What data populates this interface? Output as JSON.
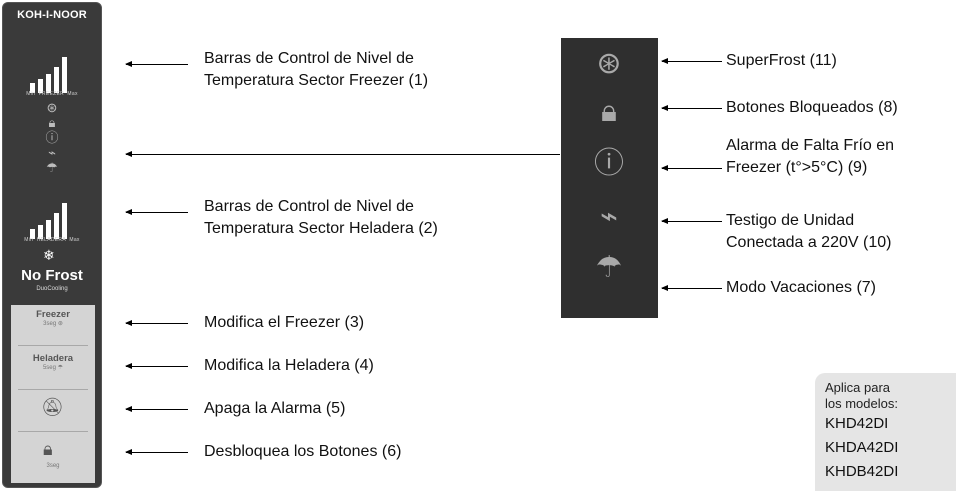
{
  "panel": {
    "brand": "KOH-I-NOOR",
    "freezer_bar_label": "FREEZER",
    "heladera_bar_label": "HELADERA",
    "bar_min": "Min",
    "bar_max": "Max",
    "no_frost": "No Frost",
    "duo_cooling": "DuoCooling",
    "buttons": [
      {
        "title": "Freezer",
        "sub": "3seg"
      },
      {
        "title": "Heladera",
        "sub": "5seg"
      }
    ],
    "unlock_sub": "3seg"
  },
  "left_labels": [
    {
      "line1": "Barras de Control de Nivel de",
      "line2": "Temperatura Sector Freezer (1)"
    },
    {
      "line1": "Barras de Control de Nivel de",
      "line2": "Temperatura Sector Heladera (2)"
    },
    {
      "line1": "Modifica el Freezer (3)"
    },
    {
      "line1": "Modifica la Heladera (4)"
    },
    {
      "line1": "Apaga la Alarma (5)"
    },
    {
      "line1": "Desbloquea los Botones (6)"
    }
  ],
  "right_labels": [
    {
      "line1": "SuperFrost (11)"
    },
    {
      "line1": "Botones Bloqueados (8)"
    },
    {
      "line1": "Alarma de Falta Frío en",
      "line2": "Freezer  (t°>5°C) (9)"
    },
    {
      "line1": "Testigo de Unidad",
      "line2": "Conectada a 220V (10)"
    },
    {
      "line1": "Modo Vacaciones (7)"
    }
  ],
  "icons": [
    "superfrost-icon",
    "lock-icon",
    "alarm-icon",
    "plug-icon",
    "vacation-icon"
  ],
  "note": {
    "line1": "Aplica para",
    "line2": "los modelos:",
    "models": [
      "KHD42DI",
      "KHDA42DI",
      "KHDB42DI"
    ]
  },
  "colors": {
    "panel": "#3a3a3a",
    "strip": "#2f2f2f",
    "note_bg": "#e5e5e5"
  }
}
